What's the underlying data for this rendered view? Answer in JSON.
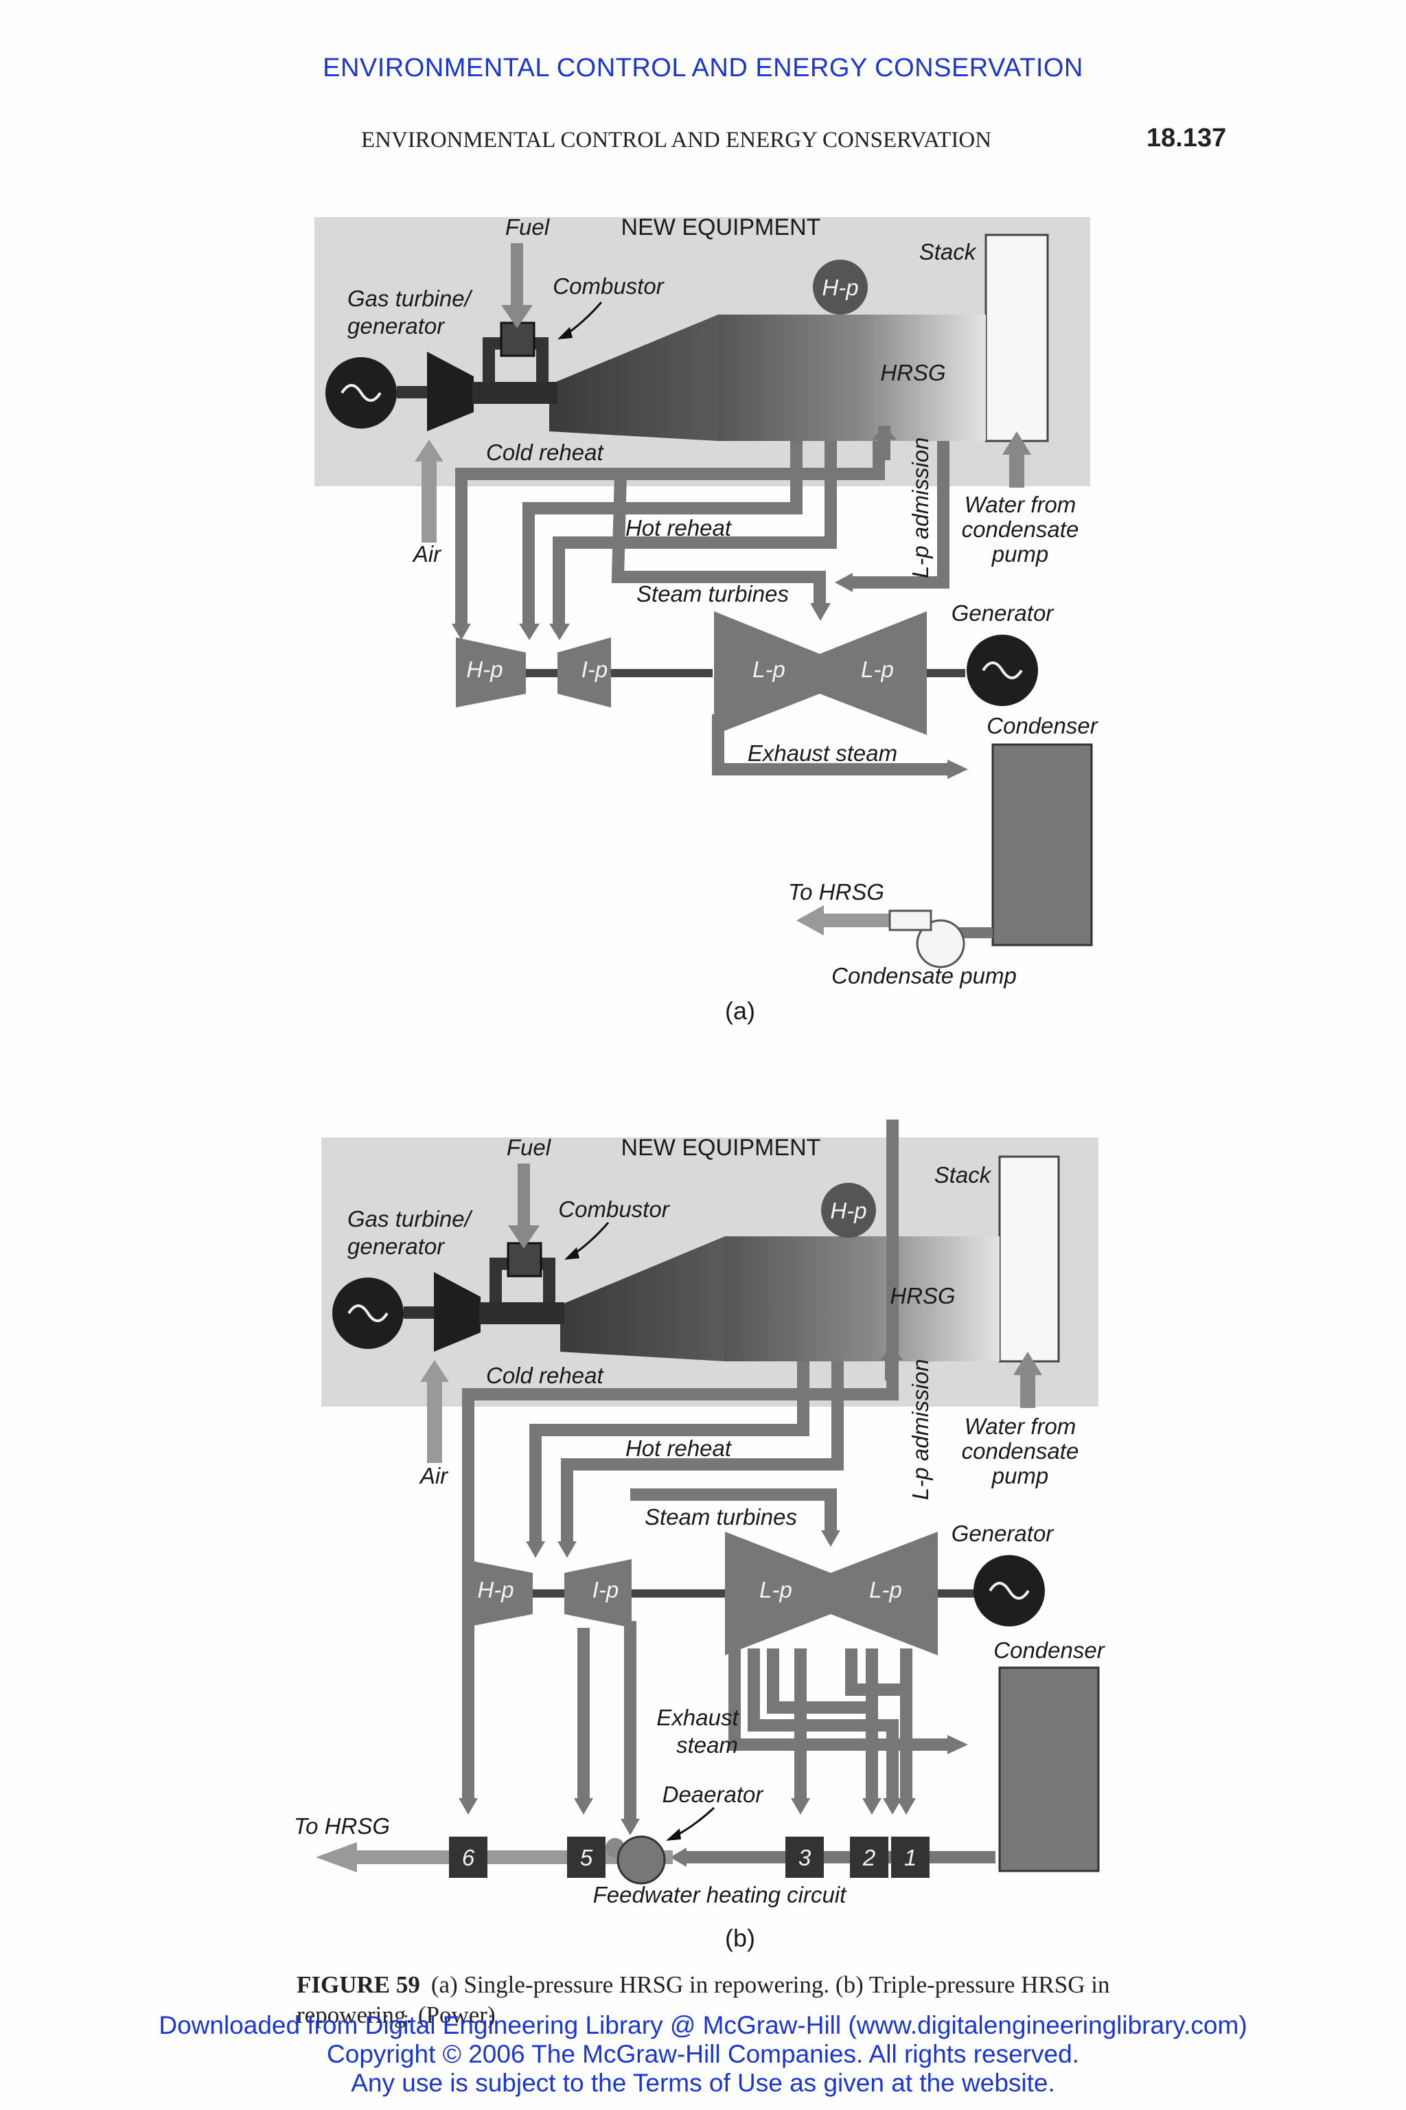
{
  "banner": "ENVIRONMENTAL CONTROL AND ENERGY CONSERVATION",
  "running_head": {
    "title": "ENVIRONMENTAL CONTROL AND ENERGY CONSERVATION",
    "page": "18.137"
  },
  "labels": {
    "fuel": "Fuel",
    "new_equipment": "NEW EQUIPMENT",
    "stack": "Stack",
    "combustor": "Combustor",
    "hp": "H-p",
    "gas_turbine_line1": "Gas turbine/",
    "gas_turbine_line2": "generator",
    "hrsg": "HRSG",
    "cold_reheat": "Cold reheat",
    "lp_admission": "L-p admission",
    "water_line1": "Water from",
    "water_line2": "condensate",
    "water_line3": "pump",
    "air": "Air",
    "hot_reheat": "Hot reheat",
    "steam_turbines": "Steam turbines",
    "generator": "Generator",
    "ip": "I-p",
    "lp": "L-p",
    "condenser": "Condenser",
    "exhaust_steam": "Exhaust steam",
    "exhaust_line1": "Exhaust",
    "exhaust_line2": "steam",
    "to_hrsg": "To HRSG",
    "condensate_pump": "Condensate pump",
    "deaerator": "Deaerator",
    "feedwater": "Feedwater heating circuit",
    "heater_6": "6",
    "heater_5": "5",
    "heater_3": "3",
    "heater_2": "2",
    "heater_1": "1",
    "panel_a": "(a)",
    "panel_b": "(b)"
  },
  "caption": {
    "label": "FIGURE 59",
    "text": "(a) Single-pressure HRSG in repowering. (b) Triple-pressure HRSG in repowering. (Power)"
  },
  "footer": {
    "line1": "Downloaded from Digital Engineering Library @ McGraw-Hill (www.digitalengineeringlibrary.com)",
    "line2": "Copyright © 2006 The McGraw-Hill Companies. All rights reserved.",
    "line3": "Any use is subject to the Terms of Use as given at the website."
  }
}
